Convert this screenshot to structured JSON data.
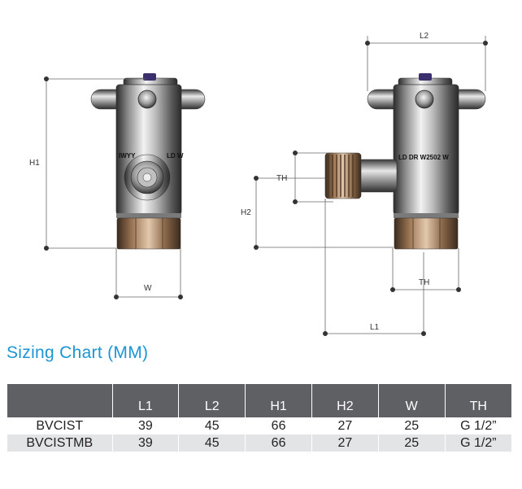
{
  "drawing": {
    "front_view": {
      "dimensions": [
        "H1",
        "W"
      ]
    },
    "side_view": {
      "dimensions": [
        "L2",
        "TH",
        "H2",
        "TH",
        "L1"
      ]
    },
    "engraving_front": [
      "IWYY",
      "LD W"
    ],
    "engraving_side": "LD DR W2502 W"
  },
  "title": "Sizing Chart (MM)",
  "table": {
    "columns": [
      "",
      "L1",
      "L2",
      "H1",
      "H2",
      "W",
      "TH"
    ],
    "rows": [
      [
        "BVCIST",
        "39",
        "45",
        "66",
        "27",
        "25",
        "G 1/2”"
      ],
      [
        "BVCISTMB",
        "39",
        "45",
        "66",
        "27",
        "25",
        "G 1/2”"
      ]
    ]
  },
  "colors": {
    "title": "#1b95d3",
    "header_bg": "#5e6064",
    "alt_row_bg": "#e3e4e6"
  }
}
